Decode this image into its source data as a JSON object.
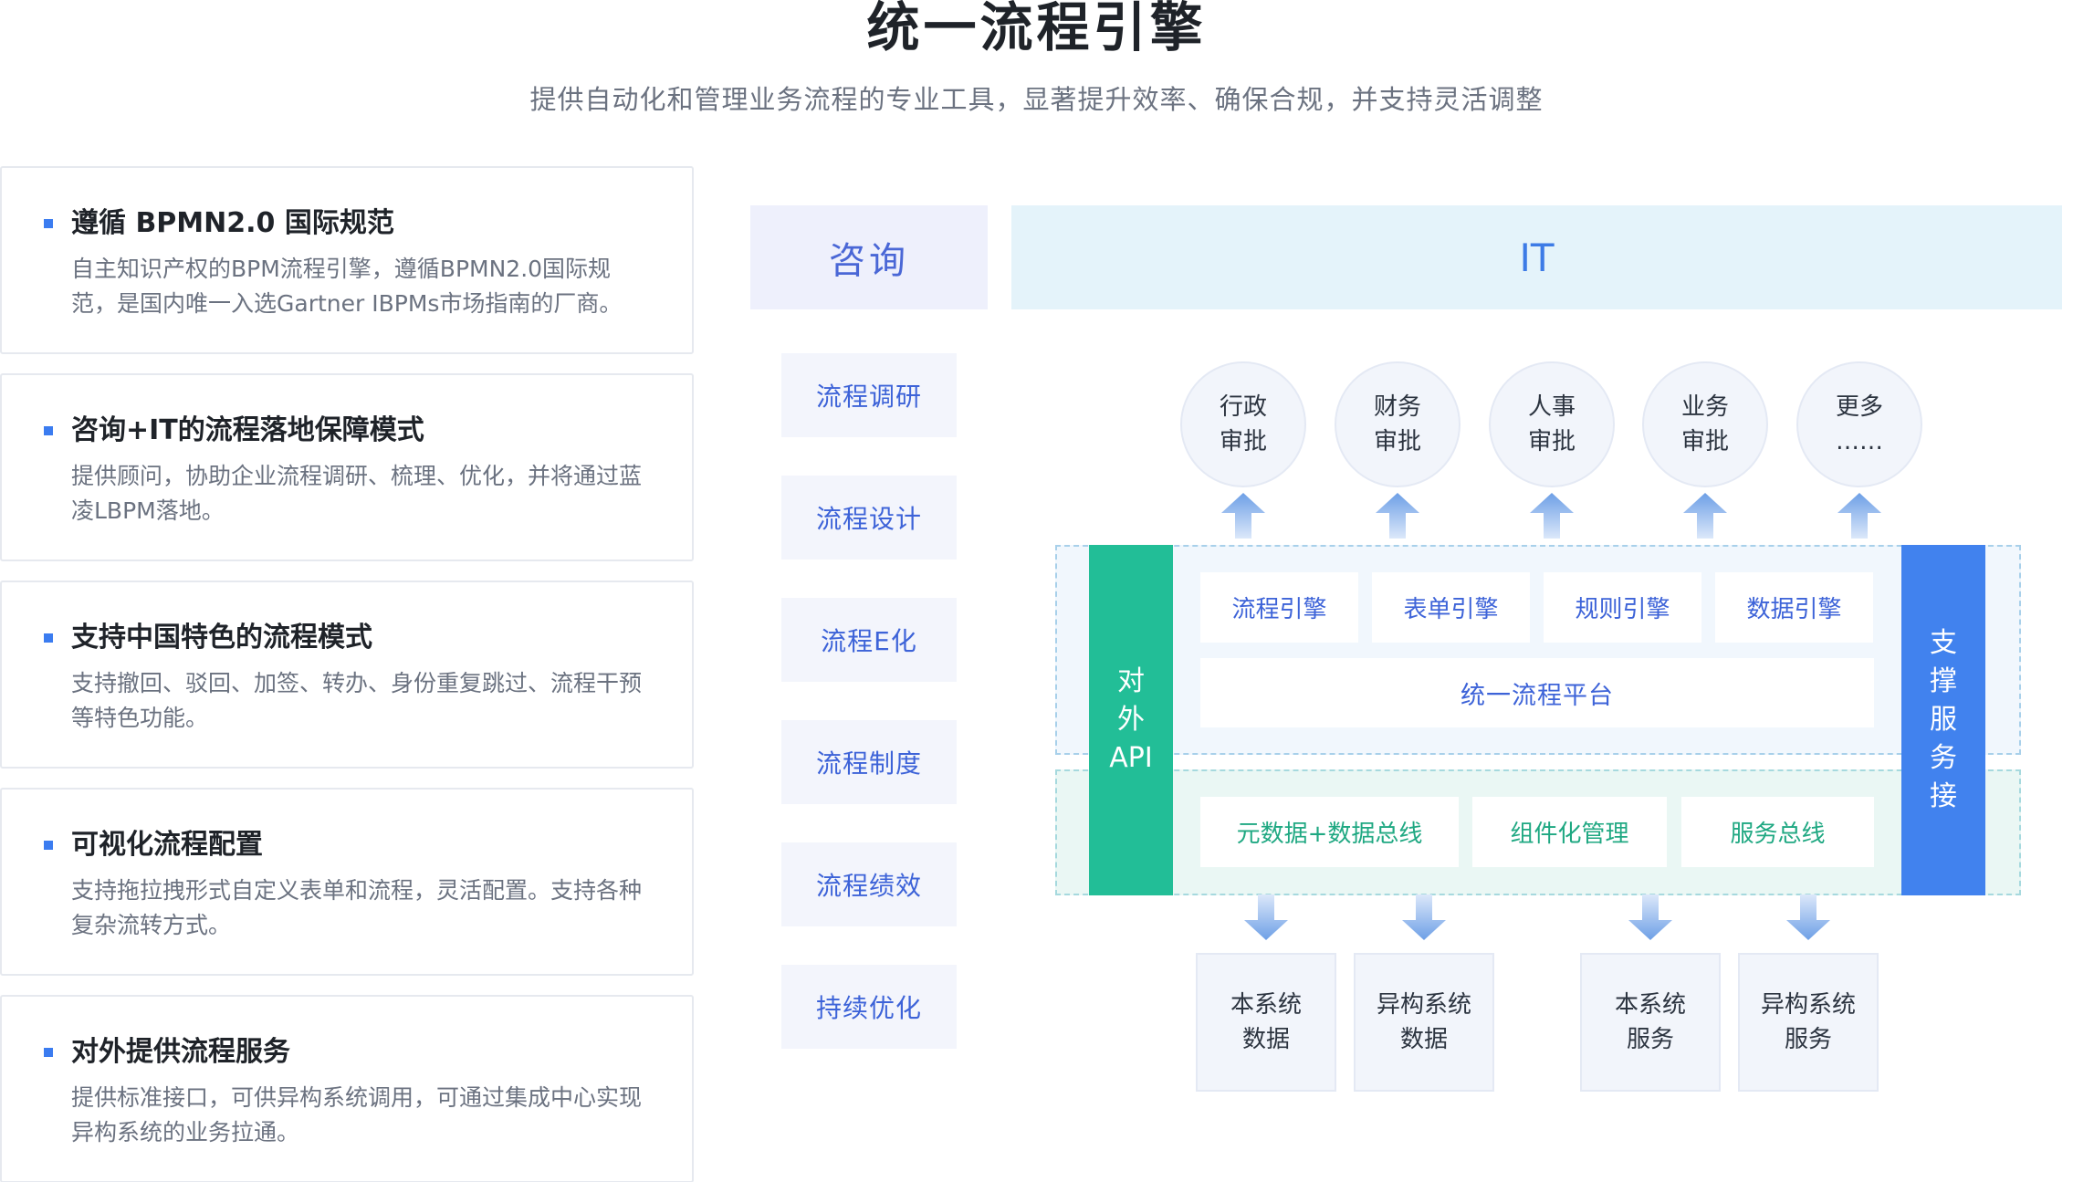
{
  "header": {
    "title": "统一流程引擎",
    "subtitle": "提供自动化和管理业务流程的专业工具，显著提升效率、确保合规，并支持灵活调整"
  },
  "features": [
    {
      "title": "遵循 BPMN2.0 国际规范",
      "desc": "自主知识产权的BPM流程引擎，遵循BPMN2.0国际规范，是国内唯一入选Gartner IBPMs市场指南的厂商。"
    },
    {
      "title": "咨询+IT的流程落地保障模式",
      "desc": "提供顾问，协助企业流程调研、梳理、优化，并将通过蓝凌LBPM落地。"
    },
    {
      "title": "支持中国特色的流程模式",
      "desc": "支持撤回、驳回、加签、转办、身份重复跳过、流程干预等特色功能。"
    },
    {
      "title": "可视化流程配置",
      "desc": "支持拖拉拽形式自定义表单和流程，灵活配置。支持各种复杂流转方式。"
    },
    {
      "title": "对外提供流程服务",
      "desc": "提供标准接口，可供异构系统调用，可通过集成中心实现异构系统的业务拉通。"
    }
  ],
  "consult": {
    "head": "咨询",
    "items": [
      "流程调研",
      "流程设计",
      "流程E化",
      "流程制度",
      "流程绩效",
      "持续优化"
    ]
  },
  "it": {
    "head": "IT",
    "approvals": [
      [
        "行政",
        "审批"
      ],
      [
        "财务",
        "审批"
      ],
      [
        "人事",
        "审批"
      ],
      [
        "业务",
        "审批"
      ],
      [
        "更多",
        "……"
      ]
    ],
    "api_bar": [
      "对",
      "外",
      "API"
    ],
    "support_bar": [
      "支",
      "撑",
      "服",
      "务",
      "接"
    ],
    "engines": [
      "流程引擎",
      "表单引擎",
      "规则引擎",
      "数据引擎"
    ],
    "platform": "统一流程平台",
    "infra": [
      "元数据+数据总线",
      "组件化管理",
      "服务总线"
    ],
    "outputs": [
      [
        "本系统",
        "数据"
      ],
      [
        "异构系统",
        "数据"
      ],
      [
        "本系统",
        "服务"
      ],
      [
        "异构系统",
        "服务"
      ]
    ]
  },
  "colors": {
    "accent_blue": "#3d63d8",
    "api_green": "#22be97",
    "support_blue": "#4182ee",
    "arrow_blue": "#6d9fe6"
  }
}
